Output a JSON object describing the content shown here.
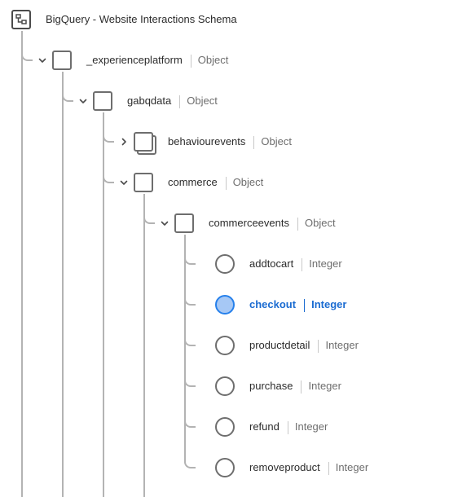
{
  "schema": {
    "title": "BigQuery - Website Interactions Schema",
    "root_icon": "schema-tree-icon"
  },
  "nodes": [
    {
      "id": "experienceplatform",
      "name": "_experienceplatform",
      "type": "Object",
      "depth": 1,
      "kind": "object",
      "expanded": true
    },
    {
      "id": "gabqdata",
      "name": "gabqdata",
      "type": "Object",
      "depth": 2,
      "kind": "object",
      "expanded": true
    },
    {
      "id": "behaviourevents",
      "name": "behaviourevents",
      "type": "Object",
      "depth": 3,
      "kind": "object-array",
      "expanded": false
    },
    {
      "id": "commerce",
      "name": "commerce",
      "type": "Object",
      "depth": 3,
      "kind": "object",
      "expanded": true
    },
    {
      "id": "commerceevents",
      "name": "commerceevents",
      "type": "Object",
      "depth": 4,
      "kind": "object",
      "expanded": true
    },
    {
      "id": "addtocart",
      "name": "addtocart",
      "type": "Integer",
      "depth": 5,
      "kind": "field",
      "selected": false
    },
    {
      "id": "checkout",
      "name": "checkout",
      "type": "Integer",
      "depth": 5,
      "kind": "field",
      "selected": true
    },
    {
      "id": "productdetail",
      "name": "productdetail",
      "type": "Integer",
      "depth": 5,
      "kind": "field",
      "selected": false
    },
    {
      "id": "purchase",
      "name": "purchase",
      "type": "Integer",
      "depth": 5,
      "kind": "field",
      "selected": false
    },
    {
      "id": "refund",
      "name": "refund",
      "type": "Integer",
      "depth": 5,
      "kind": "field",
      "selected": false
    },
    {
      "id": "removeproduct",
      "name": "removeproduct",
      "type": "Integer",
      "depth": 5,
      "kind": "field",
      "selected": false
    }
  ],
  "colors": {
    "selected_text": "#1a6bd1",
    "selected_fill": "#a6c8f5",
    "selected_border": "#2680eb",
    "line": "#b3b3b3",
    "icon_border": "#6e6e6e"
  }
}
